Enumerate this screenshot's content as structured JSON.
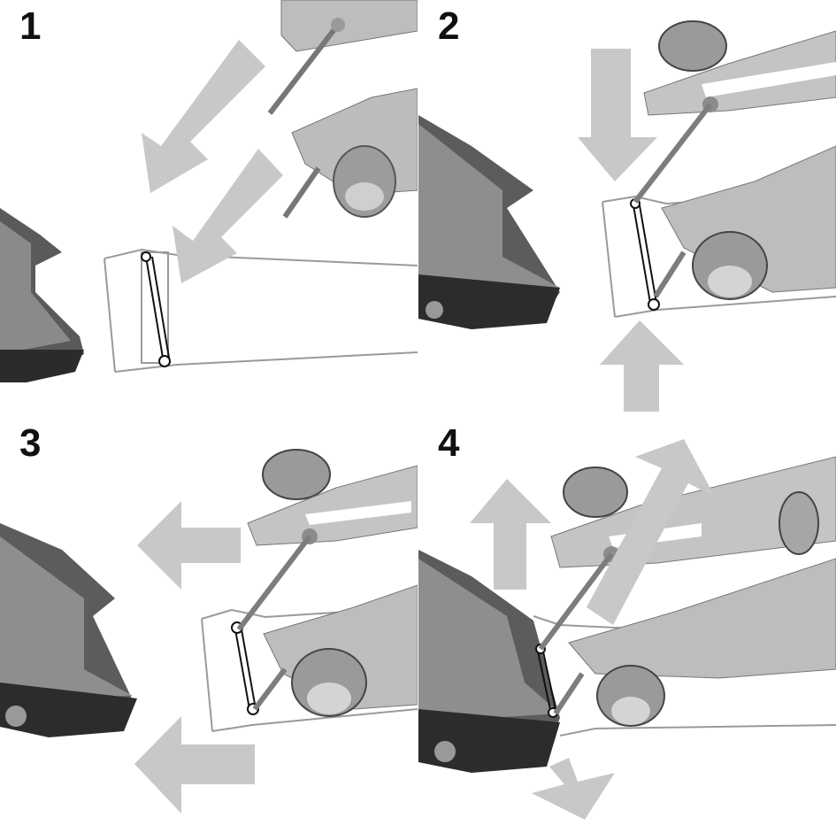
{
  "steps": [
    {
      "number": "1"
    },
    {
      "number": "2"
    },
    {
      "number": "3"
    },
    {
      "number": "4"
    }
  ],
  "colors": {
    "arrow": "#c8c8c8",
    "metal": "#b7b7b7",
    "metal_dark": "#7d7d7d",
    "case_dark": "#3a3a3a",
    "outline": "#9a9a9a"
  },
  "icons": [
    "spring-bar-tool-icon",
    "watch-case-icon",
    "spring-bar-icon",
    "direction-arrow-icon"
  ]
}
